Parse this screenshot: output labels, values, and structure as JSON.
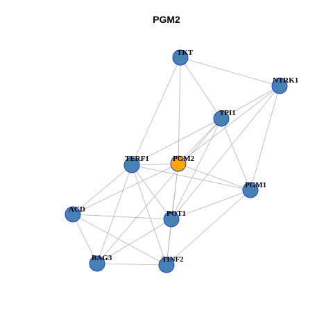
{
  "title": "PGM2",
  "colors": {
    "node_default": "#4682b4",
    "node_highlight": "#ffa500",
    "node_border": "#1f3fd6",
    "edge": "#b3b3b3"
  },
  "network": {
    "center": "PGM2",
    "nodes": [
      {
        "id": "TKT",
        "label": "TKT"
      },
      {
        "id": "NTRK1",
        "label": "NTRK1"
      },
      {
        "id": "TPI1",
        "label": "TPI1"
      },
      {
        "id": "TERF1",
        "label": "TERF1"
      },
      {
        "id": "PGM2",
        "label": "PGM2"
      },
      {
        "id": "PGM1",
        "label": "PGM1"
      },
      {
        "id": "ACD",
        "label": "ACD"
      },
      {
        "id": "POT1",
        "label": "POT1"
      },
      {
        "id": "BAG3",
        "label": "BAG3"
      },
      {
        "id": "TINF2",
        "label": "TINF2"
      }
    ],
    "edges": [
      [
        "TKT",
        "NTRK1"
      ],
      [
        "TKT",
        "TPI1"
      ],
      [
        "TKT",
        "TERF1"
      ],
      [
        "TKT",
        "PGM2"
      ],
      [
        "NTRK1",
        "TPI1"
      ],
      [
        "NTRK1",
        "PGM2"
      ],
      [
        "NTRK1",
        "PGM1"
      ],
      [
        "NTRK1",
        "POT1"
      ],
      [
        "TPI1",
        "TERF1"
      ],
      [
        "TPI1",
        "PGM2"
      ],
      [
        "TPI1",
        "PGM1"
      ],
      [
        "TPI1",
        "POT1"
      ],
      [
        "TPI1",
        "BAG3"
      ],
      [
        "TERF1",
        "PGM2"
      ],
      [
        "TERF1",
        "PGM1"
      ],
      [
        "TERF1",
        "ACD"
      ],
      [
        "TERF1",
        "POT1"
      ],
      [
        "TERF1",
        "BAG3"
      ],
      [
        "TERF1",
        "TINF2"
      ],
      [
        "PGM2",
        "PGM1"
      ],
      [
        "PGM2",
        "ACD"
      ],
      [
        "PGM2",
        "POT1"
      ],
      [
        "PGM2",
        "TINF2"
      ],
      [
        "PGM1",
        "POT1"
      ],
      [
        "PGM1",
        "TINF2"
      ],
      [
        "ACD",
        "POT1"
      ],
      [
        "ACD",
        "BAG3"
      ],
      [
        "ACD",
        "TINF2"
      ],
      [
        "POT1",
        "BAG3"
      ],
      [
        "POT1",
        "TINF2"
      ],
      [
        "BAG3",
        "TINF2"
      ]
    ]
  }
}
